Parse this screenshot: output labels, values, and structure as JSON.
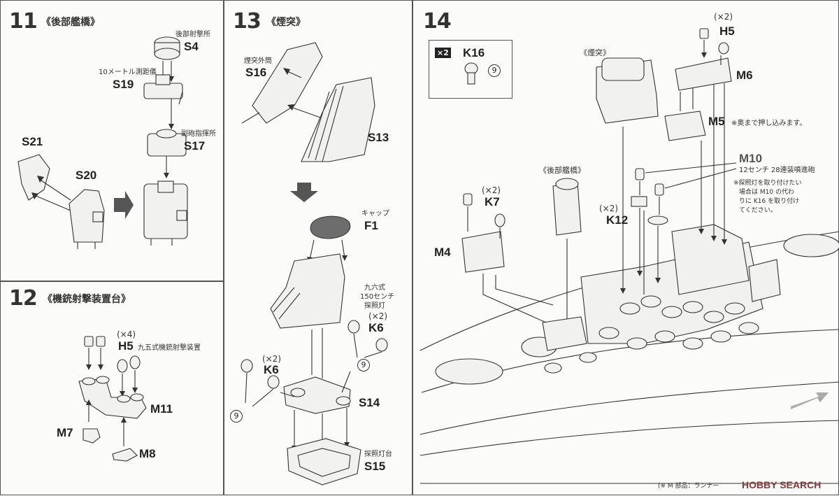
{
  "step11": {
    "number": "11",
    "title": "《後部艦橋》",
    "labels": {
      "s4_note": "後部射撃所",
      "s4": "S4",
      "s19_note": "10メートル測距儀",
      "s19": "S19",
      "s17_note": "副砲指揮所",
      "s17": "S17",
      "s21": "S21",
      "s20": "S20"
    }
  },
  "step12": {
    "number": "12",
    "title": "《機銃射撃装置台》",
    "labels": {
      "qty": "(×4)",
      "h5": "H5",
      "h5_note": "九五式機銃射撃装置",
      "m11": "M11",
      "m7": "M7",
      "m8": "M8"
    }
  },
  "step13": {
    "number": "13",
    "title": "《煙突》",
    "labels": {
      "s16_note": "煙突外筒",
      "s16": "S16",
      "s13": "S13",
      "f1_note": "キャップ",
      "f1": "F1",
      "k6_note_1": "九六式",
      "k6_note_2": "150センチ",
      "k6_note_3": "探照灯",
      "k6_qty_right": "(×2)",
      "k6_right": "K6",
      "k6_qty_left": "(×2)",
      "k6_left": "K6",
      "circle9": "9",
      "s14": "S14",
      "s15_note": "探照灯台",
      "s15": "S15"
    }
  },
  "step14": {
    "number": "14",
    "inset": {
      "badge": "×2",
      "code": "K16",
      "circle": "9"
    },
    "labels": {
      "h5_qty": "(×2)",
      "h5": "H5",
      "m6": "M6",
      "funnel": "《煙突》",
      "m5": "M5",
      "m5_note": "※奥まで押し込みます。",
      "bridge": "《後部艦橋》",
      "k7_qty": "(×2)",
      "k7": "K7",
      "m4": "M4",
      "k12_qty": "(×2)",
      "k12": "K12",
      "m10": "M10",
      "m10_note": "12センチ 28連装噴進砲",
      "note_1": "※探照灯を取り付けたい",
      "note_2": "場合は M10 の代わ",
      "note_3": "りに K16 を取り付け",
      "note_4": "てください。"
    },
    "footer": "(※ M 部品：ランナー"
  },
  "watermark": "HOBBY SEARCH",
  "colors": {
    "line": "#333333",
    "part_fill": "#f1f1f0",
    "dark_part": "#6d6d6d"
  }
}
